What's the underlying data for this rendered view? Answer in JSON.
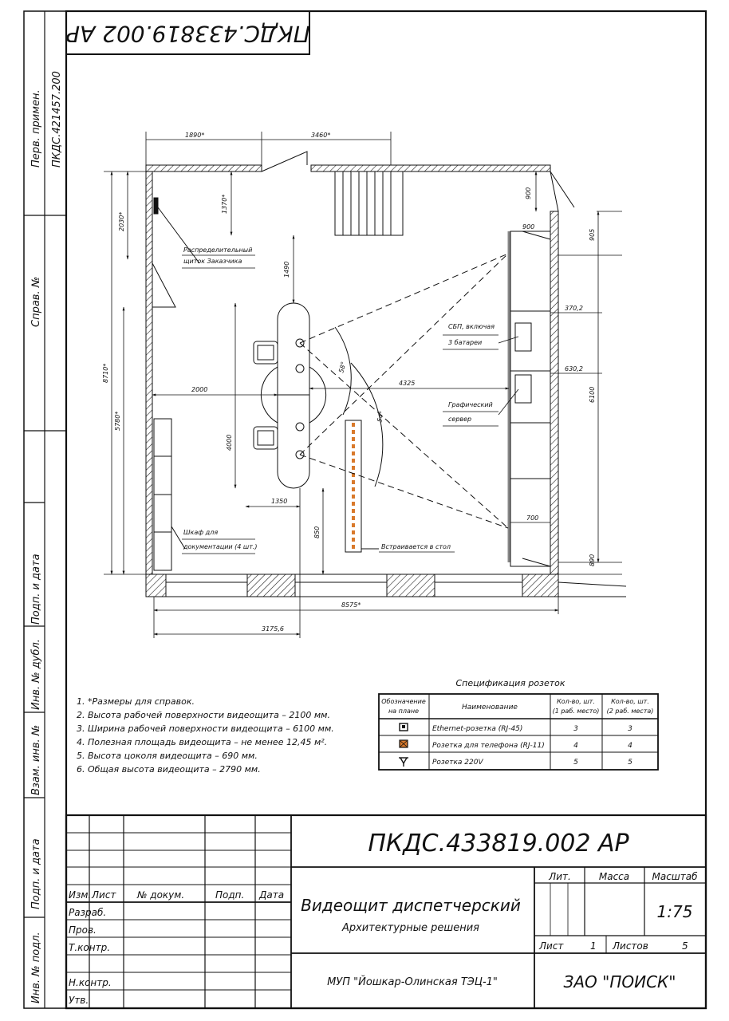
{
  "stamp_code_rotated": "ПКДС.433819.002 АР",
  "side_labels": {
    "perv_primen": "Перв. примен.",
    "perv_primen_value": "ПКДС.421457.200",
    "sprav_no": "Справ. №",
    "podp_i_data_1": "Подп. и дата",
    "inv_no_dubl": "Инв. № дубл.",
    "vzam_inv_no": "Взам. инв. №",
    "podp_i_data_2": "Подп. и дата",
    "inv_no_podl": "Инв. № подл."
  },
  "plan": {
    "callouts": {
      "distribution_board": [
        "Распределительный",
        "щиток Заказчика"
      ],
      "ups": [
        "СБП, включая",
        "3 батареи"
      ],
      "graphic_server": [
        "Графический",
        "сервер"
      ],
      "cabinet": [
        "Шкаф для",
        "документации (4 шт.)"
      ],
      "built_in": "Встраивается в стол"
    },
    "dimensions": {
      "d1890": "1890*",
      "d3460": "3460*",
      "d900a": "900",
      "d1370": "1370*",
      "d2030": "2030*",
      "d1490": "1490",
      "d900b": "900",
      "d905": "905",
      "d3702": "370,2",
      "d6302": "630,2",
      "d6100": "6100",
      "d8710": "8710*",
      "d5780": "5780*",
      "d2000": "2000",
      "d4325": "4325",
      "d4000": "4000",
      "d1350": "1350",
      "d850": "850",
      "d700": "700",
      "d890": "890",
      "d8575": "8575*",
      "d3175": "3175,6",
      "a58": "58°",
      "a54": "54°"
    }
  },
  "notes": [
    "1. *Размеры для справок.",
    "2. Высота рабочей поверхности видеощита – 2100 мм.",
    "3. Ширина рабочей поверхности видеощита – 6100 мм.",
    "4. Полезная площадь видеощита – не менее 12,45 м².",
    "5. Высота цоколя видеощита – 690 мм.",
    "6. Общая высота видеощита – 2790 мм."
  ],
  "spec_table": {
    "title": "Спецификация розеток",
    "headers": {
      "col1": [
        "Обозначение",
        "на плане"
      ],
      "col2": "Наименование",
      "col3": [
        "Кол-во, шт.",
        "(1 раб. место)"
      ],
      "col4": [
        "Кол-во, шт.",
        "(2 раб. места)"
      ]
    },
    "rows": [
      {
        "icon": "ethernet-socket-icon",
        "name": "Ethernet-розетка (RJ-45)",
        "q1": "3",
        "q2": "3"
      },
      {
        "icon": "phone-socket-icon",
        "name": "Розетка для телефона (RJ-11)",
        "q1": "4",
        "q2": "4"
      },
      {
        "icon": "power-socket-icon",
        "name": "Розетка 220V",
        "q1": "5",
        "q2": "5"
      }
    ]
  },
  "title_block": {
    "doc_code": "ПКДС.433819.002 АР",
    "col_izm": "Изм.",
    "col_list": "Лист",
    "col_doc_no": "№ докум.",
    "col_podp": "Подп.",
    "col_data": "Дата",
    "row_razrab": "Разраб.",
    "row_prov": "Пров.",
    "row_tkontr": "Т.контр.",
    "row_nkontr": "Н.контр.",
    "row_utv": "Утв.",
    "title_main": "Видеощит диспетчерский",
    "title_sub": "Архитектурные решения",
    "lit": "Лит.",
    "massa": "Масса",
    "masshtab": "Масштаб",
    "scale": "1:75",
    "list_label": "Лист",
    "list_value": "1",
    "listov_label": "Листов",
    "listov_value": "5",
    "customer": "МУП \"Йошкар-Олинская ТЭЦ-1\"",
    "company": "ЗАО \"ПОИСК\""
  },
  "colors": {
    "ink": "#111111",
    "hatch": "#222222",
    "socket_orange": "#d9792b"
  }
}
